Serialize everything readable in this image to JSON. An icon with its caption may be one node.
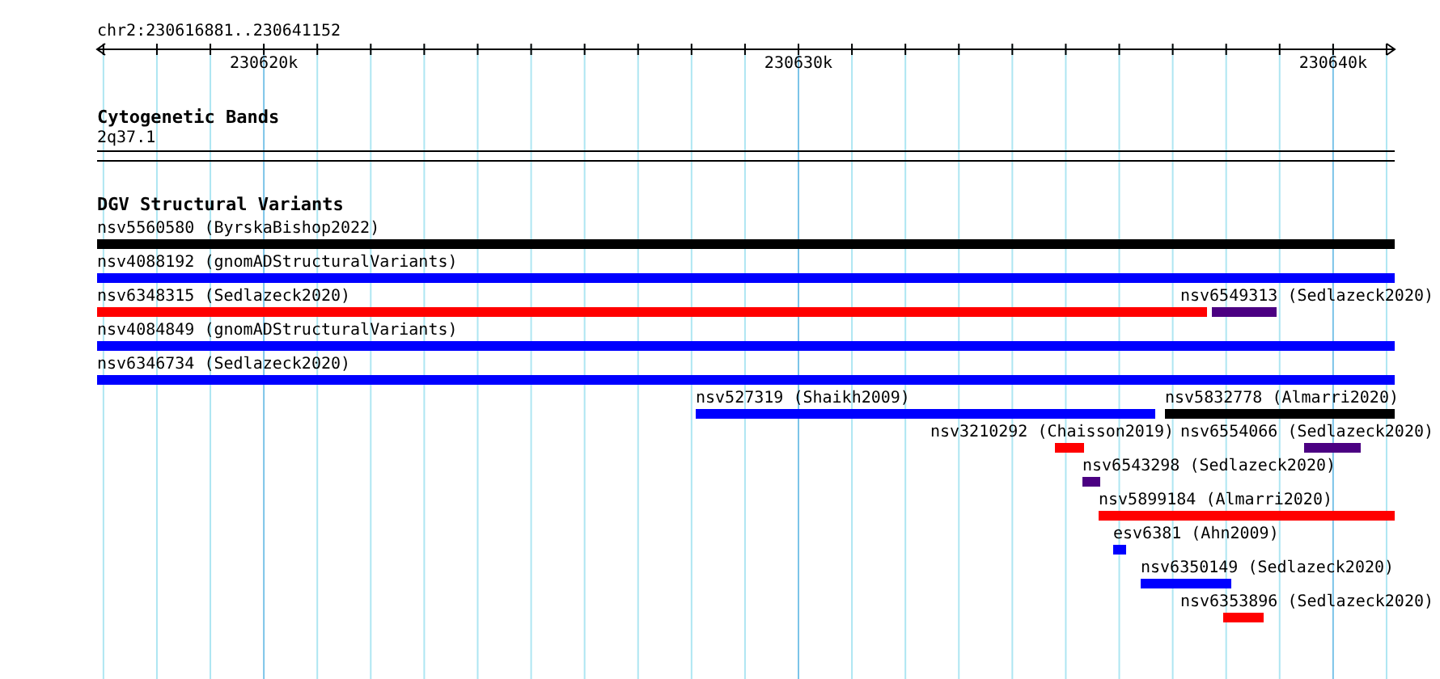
{
  "diagram": {
    "nodes": [
      {
        "text": [
          "2q37.1"
        ]
      },
      {
        "text": [
          "nsv5560580 (ByrskaBishop2022)"
        ]
      },
      {
        "text": [
          "nsv4088192 (gnomADStructuralVariants)"
        ]
      },
      {
        "text": [
          "nsv6348315 (Sedlazeck2020)"
        ]
      },
      {
        "text": [
          "nsv6549313 (Sedlazeck2020)"
        ]
      },
      {
        "text": [
          "nsv4084849 (gnomADStructuralVariants)"
        ]
      },
      {
        "text": [
          "nsv6346734 (Sedlazeck2020)"
        ]
      },
      {
        "text": [
          "nsv527319 (Shaikh2009)"
        ]
      },
      {
        "text": [
          "nsv5832778 (Almarri2020)"
        ]
      },
      {
        "text": [
          "nsv3210292 (Chaisson2019)"
        ]
      },
      {
        "text": [
          "nsv6554066 (Sedlazeck2020)"
        ]
      },
      {
        "text": [
          "nsv6543298 (Sedlazeck2020)"
        ]
      },
      {
        "text": [
          "nsv5899184 (Almarri2020)"
        ]
      },
      {
        "text": [
          "esv6381 (Ahn2009)"
        ]
      },
      {
        "text": [
          "nsv6350149 (Sedlazeck2020)"
        ]
      },
      {
        "text": [
          "nsv6353896 (Sedlazeck2020)"
        ]
      }
    ],
    "labels": [
      "chr2:230616881..230641152",
      "230620k",
      "230630k",
      "230640k",
      "Cytogenetic Bands",
      "DGV Structural Variants"
    ]
  }
}
